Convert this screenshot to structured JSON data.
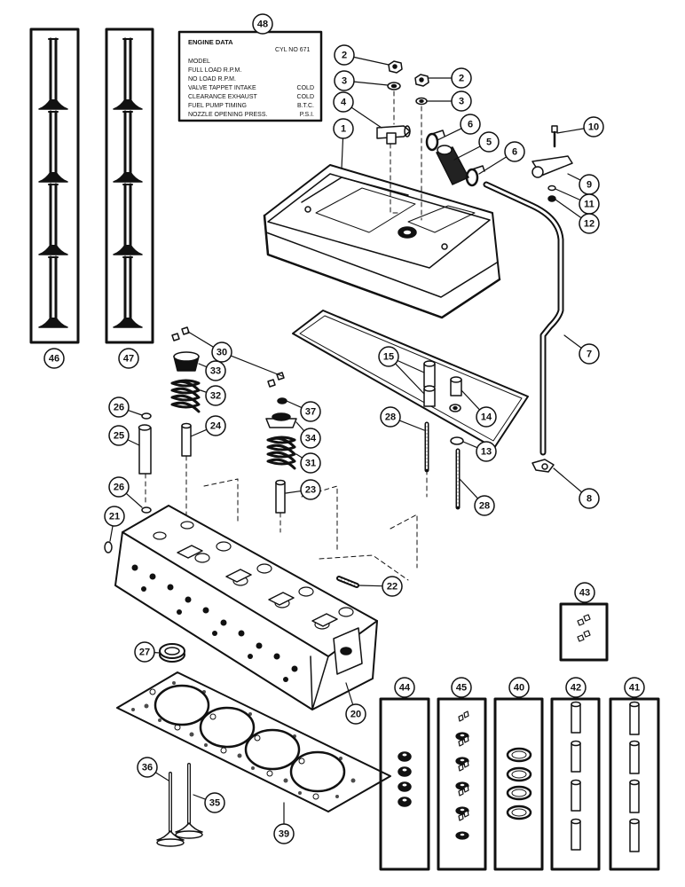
{
  "engine_data_plate": {
    "title": "ENGINE DATA",
    "code": "CYL NO  671",
    "lines": [
      {
        "left": "MODEL",
        "right": ""
      },
      {
        "left": "FULL LOAD R.P.M.",
        "right": ""
      },
      {
        "left": "NO LOAD R.P.M.",
        "right": ""
      },
      {
        "left": "VALVE TAPPET      INTAKE",
        "right": "COLD"
      },
      {
        "left": "   CLEARANCE      EXHAUST",
        "right": "COLD"
      },
      {
        "left": "FUEL PUMP TIMING",
        "right": "B.T.C."
      },
      {
        "left": "NOZZLE OPENING PRESS.",
        "right": "P.S.I."
      }
    ]
  },
  "callouts": {
    "c1": "1",
    "c2a": "2",
    "c2b": "2",
    "c3a": "3",
    "c3b": "3",
    "c4": "4",
    "c5": "5",
    "c6a": "6",
    "c6b": "6",
    "c7": "7",
    "c8": "8",
    "c9": "9",
    "c10": "10",
    "c11": "11",
    "c12": "12",
    "c13": "13",
    "c14": "14",
    "c15": "15",
    "c20": "20",
    "c21": "21",
    "c22": "22",
    "c23": "23",
    "c24": "24",
    "c25": "25",
    "c26a": "26",
    "c26b": "26",
    "c27": "27",
    "c28a": "28",
    "c28b": "28",
    "c30": "30",
    "c31": "31",
    "c32": "32",
    "c33": "33",
    "c34": "34",
    "c35": "35",
    "c36": "36",
    "c37": "37",
    "c39": "39",
    "c40": "40",
    "c41": "41",
    "c42": "42",
    "c43": "43",
    "c44": "44",
    "c45": "45",
    "c46": "46",
    "c47": "47",
    "c48": "48"
  },
  "colors": {
    "ink": "#111111",
    "paper": "#ffffff"
  }
}
